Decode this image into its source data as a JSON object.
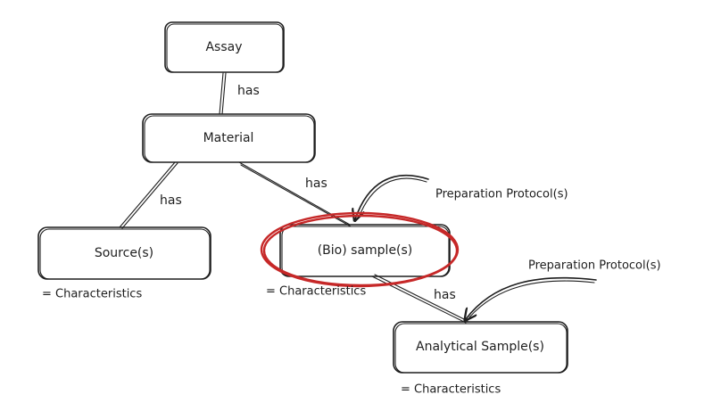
{
  "nodes": {
    "assay": "Assay",
    "material": "Material",
    "sources": "Source(s)",
    "bio_samples": "(Bio) sample(s)",
    "analytical_samples": "Analytical Sample(s)"
  },
  "edges": {
    "assay_material": "has",
    "material_sources": "has",
    "material_bio": "has",
    "bio_analytical": "has"
  },
  "annotations": {
    "prep_protocol_1": "Preparation Protocol(s)",
    "prep_protocol_2": "Preparation Protocol(s)",
    "characteristics_sources": "= Characteristics",
    "characteristics_bio": "= Characteristics",
    "characteristics_analytical": "= Characteristics"
  },
  "colors": {
    "ink": "#1e1e1e",
    "highlight": "#c62828"
  }
}
